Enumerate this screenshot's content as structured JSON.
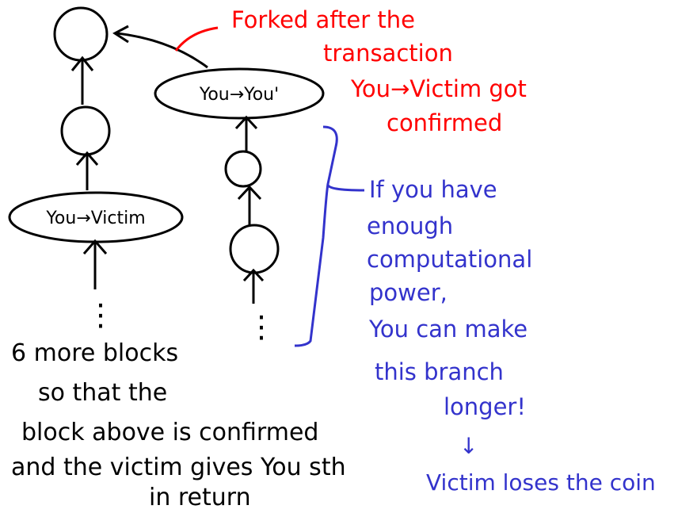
{
  "colors": {
    "ink": "#000000",
    "annotation_red": "#ff0000",
    "annotation_blue": "#3333cc",
    "background": "#ffffff"
  },
  "blocks": {
    "victim_tx": "You→Victim",
    "fork_tx": "You→You'"
  },
  "chain_dots": {
    "main": "⋮",
    "fork": "⋮"
  },
  "annotations": {
    "fork_note": [
      "Forked after the",
      "transaction",
      "You→Victim got",
      "confirmed"
    ],
    "confirm_note": [
      "6 more blocks",
      "so that the",
      "block above is confirmed",
      "and the victim gives You sth",
      "in return"
    ],
    "power_note": [
      "If you have",
      "enough",
      "computational",
      "power,",
      "You can make",
      "this branch",
      "longer!"
    ],
    "result_arrow": "↓",
    "result": "Victim loses the coin"
  }
}
